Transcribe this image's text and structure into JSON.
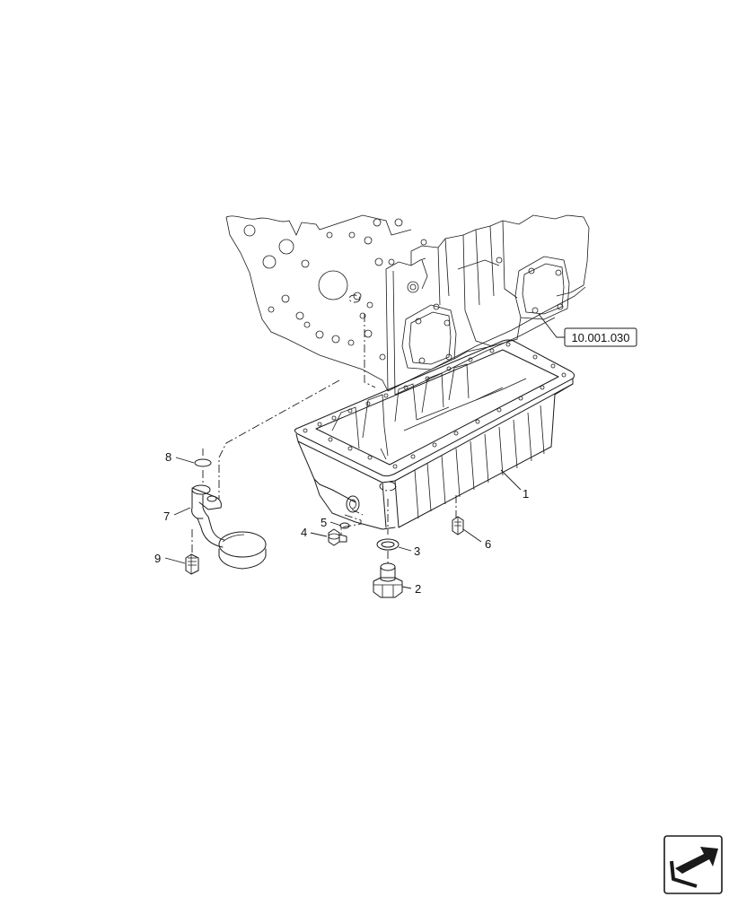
{
  "callouts": [
    {
      "id": "c1",
      "text": "1"
    },
    {
      "id": "c2",
      "text": "2"
    },
    {
      "id": "c3",
      "text": "3"
    },
    {
      "id": "c4",
      "text": "4"
    },
    {
      "id": "c5",
      "text": "5"
    },
    {
      "id": "c6",
      "text": "6"
    },
    {
      "id": "c7",
      "text": "7"
    },
    {
      "id": "c8",
      "text": "8"
    },
    {
      "id": "c9",
      "text": "9"
    }
  ],
  "reference": {
    "text": "10.001.030"
  },
  "nav": {
    "icon": "next-page-arrow-icon"
  }
}
